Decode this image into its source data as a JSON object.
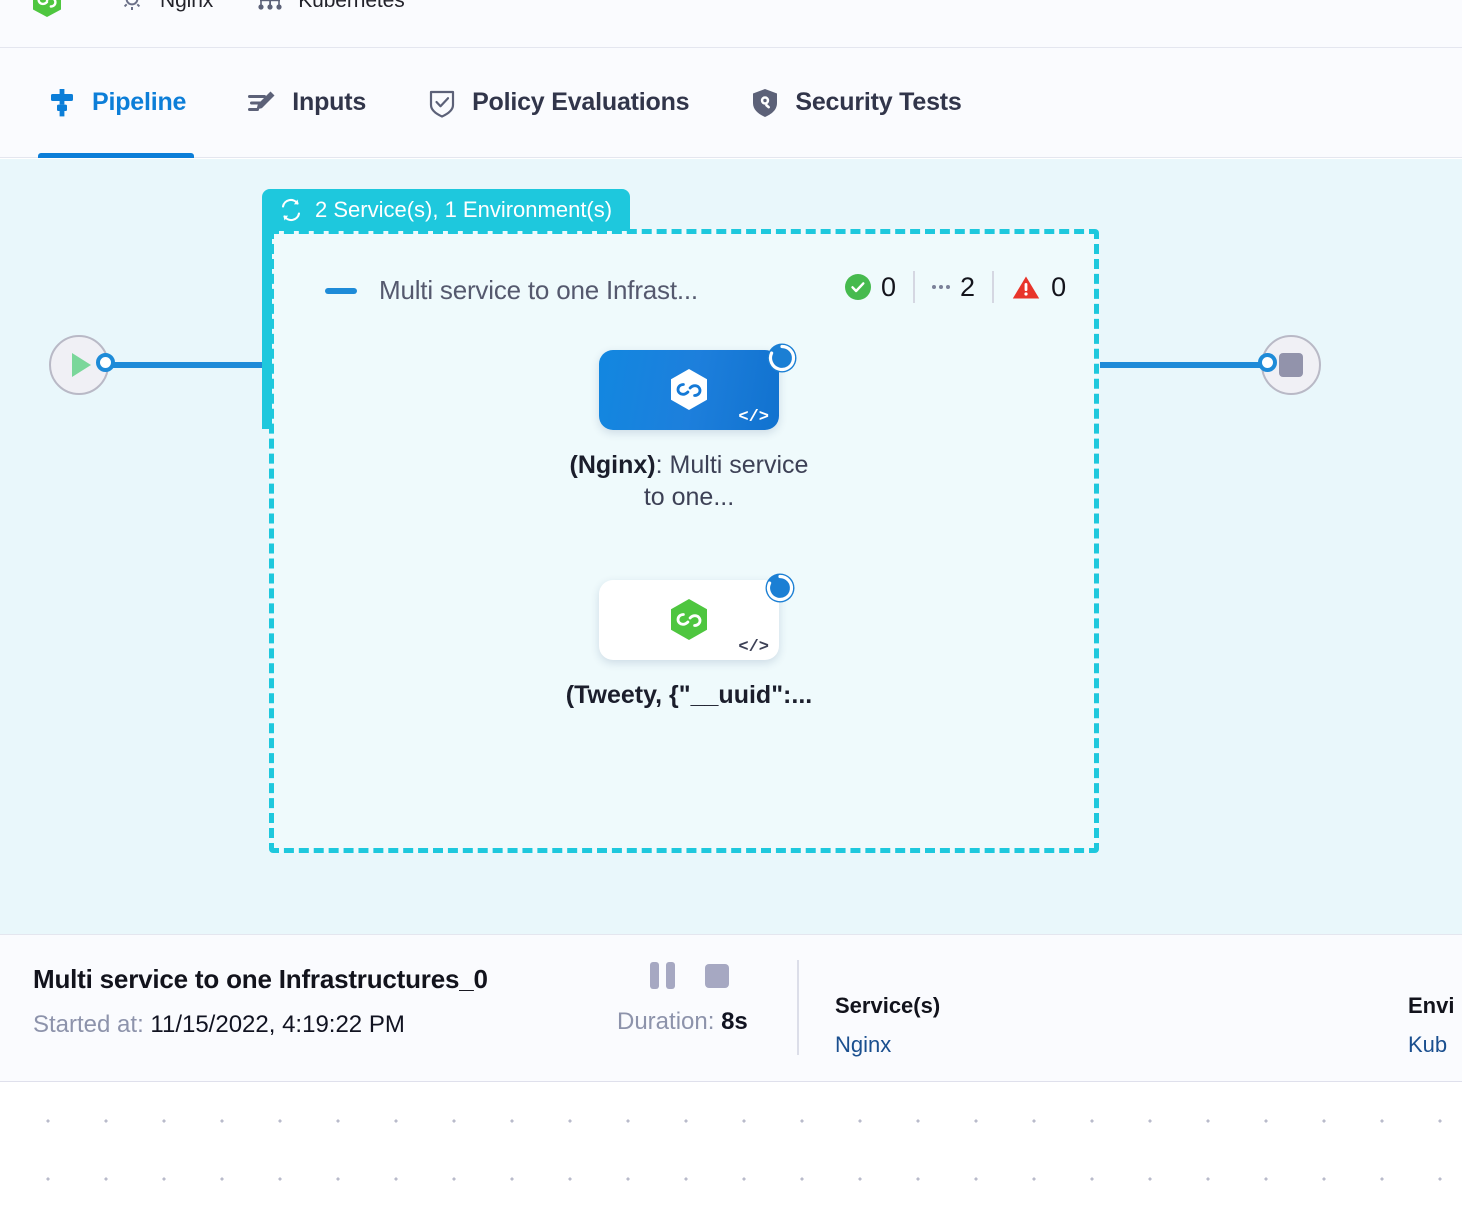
{
  "breadcrumbs": [
    {
      "icon": "harness-hexagon-logo",
      "label": ""
    },
    {
      "icon": "gear-icon",
      "label": "Nginx"
    },
    {
      "icon": "kubernetes-infra-icon",
      "label": "Kubernetes"
    }
  ],
  "tabs": [
    {
      "id": "pipeline",
      "label": "Pipeline",
      "icon": "pipeline-icon",
      "active": true
    },
    {
      "id": "inputs",
      "label": "Inputs",
      "icon": "edit-pencil-icon",
      "active": false
    },
    {
      "id": "policy-evaluations",
      "label": "Policy Evaluations",
      "icon": "shield-check-icon",
      "active": false
    },
    {
      "id": "security-tests",
      "label": "Security Tests",
      "icon": "shield-scan-icon",
      "active": false
    }
  ],
  "canvas": {
    "group": {
      "badge_label": "2 Service(s), 1 Environment(s)",
      "badge_icon": "loop-arrows-icon",
      "badge_color": "#1ec8dd",
      "title": "Multi service to one Infrast...",
      "status": {
        "success_count": "0",
        "running_count": "2",
        "error_count": "0"
      }
    },
    "nodes": [
      {
        "id": "start",
        "type": "start-node",
        "icon": "play-icon"
      },
      {
        "id": "nginx-service",
        "icon": "harness-hexagon-white",
        "code_glyph": "</>",
        "status": "running-spinner",
        "caption_bold": "(Nginx)",
        "caption_rest": ": Multi service to one...",
        "style": "blue"
      },
      {
        "id": "tweety-service",
        "icon": "harness-hexagon-green",
        "code_glyph": "</>",
        "status": "running-spinner",
        "caption_bold": "(Tweety, {\"__uuid\":...",
        "caption_rest": "",
        "style": "white"
      },
      {
        "id": "end",
        "type": "end-node",
        "icon": "stop-icon"
      }
    ]
  },
  "footer": {
    "title": "Multi service to one Infrastructures_0",
    "started_label": "Started at:",
    "started_value": "11/15/2022, 4:19:22 PM",
    "pause_icon": "pause-icon",
    "stop_icon": "stop-icon",
    "duration_label": "Duration:",
    "duration_value": "8s",
    "columns": [
      {
        "title": "Service(s)",
        "value": "Nginx"
      },
      {
        "title": "Envi",
        "value": "Kub"
      }
    ]
  },
  "colors": {
    "accent_blue": "#0c7ed8",
    "teal": "#1ec8dd",
    "canvas_bg": "#e9f7fb",
    "success_green": "#46ba4e",
    "error_red": "#e8342a"
  }
}
